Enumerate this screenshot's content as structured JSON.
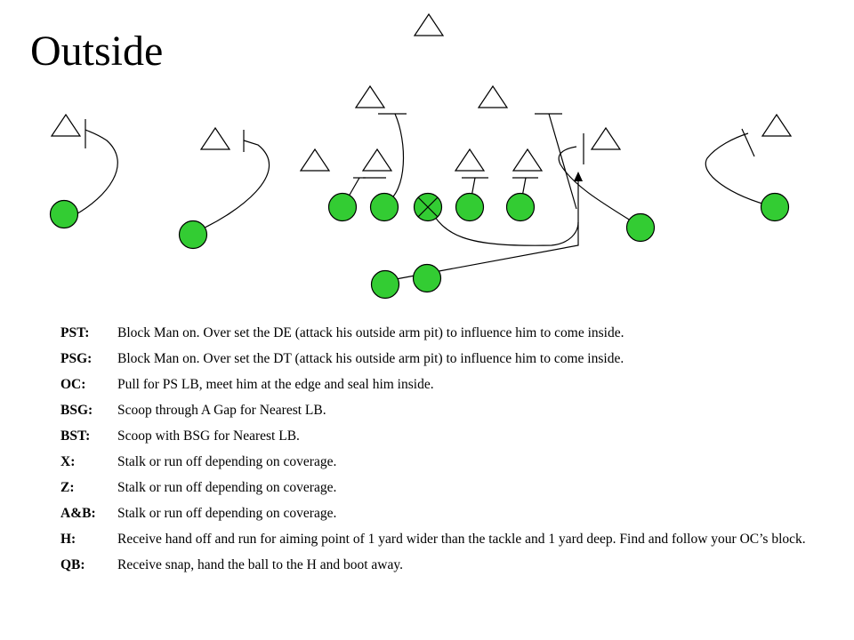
{
  "title": "Outside",
  "assignments": [
    {
      "pos": "PST:",
      "text": "Block Man on.  Over set the DE (attack his outside arm pit) to influence him to come inside."
    },
    {
      "pos": "PSG:",
      "text": "Block Man on.  Over set the DT (attack his outside arm pit) to influence him to come inside."
    },
    {
      "pos": "OC:",
      "text": "Pull for PS LB, meet him at the edge and seal him inside."
    },
    {
      "pos": "BSG:",
      "text": "Scoop through A Gap for Nearest LB."
    },
    {
      "pos": "BST:",
      "text": "Scoop with BSG for Nearest LB."
    },
    {
      "pos": "X:",
      "text": "Stalk or run off depending on coverage."
    },
    {
      "pos": "Z:",
      "text": "Stalk or run off depending on coverage."
    },
    {
      "pos": "A&B:",
      "text": "Stalk or run off depending on coverage."
    },
    {
      "pos": "H:",
      "text": "Receive hand off and run for aiming point of 1 yard wider than the tackle and 1 yard deep.  Find and follow your OC’s block."
    },
    {
      "pos": "QB:",
      "text": "Receive snap, hand the ball to the H and boot away."
    }
  ],
  "colors": {
    "player_fill": "#33cc33",
    "line": "#000000"
  }
}
